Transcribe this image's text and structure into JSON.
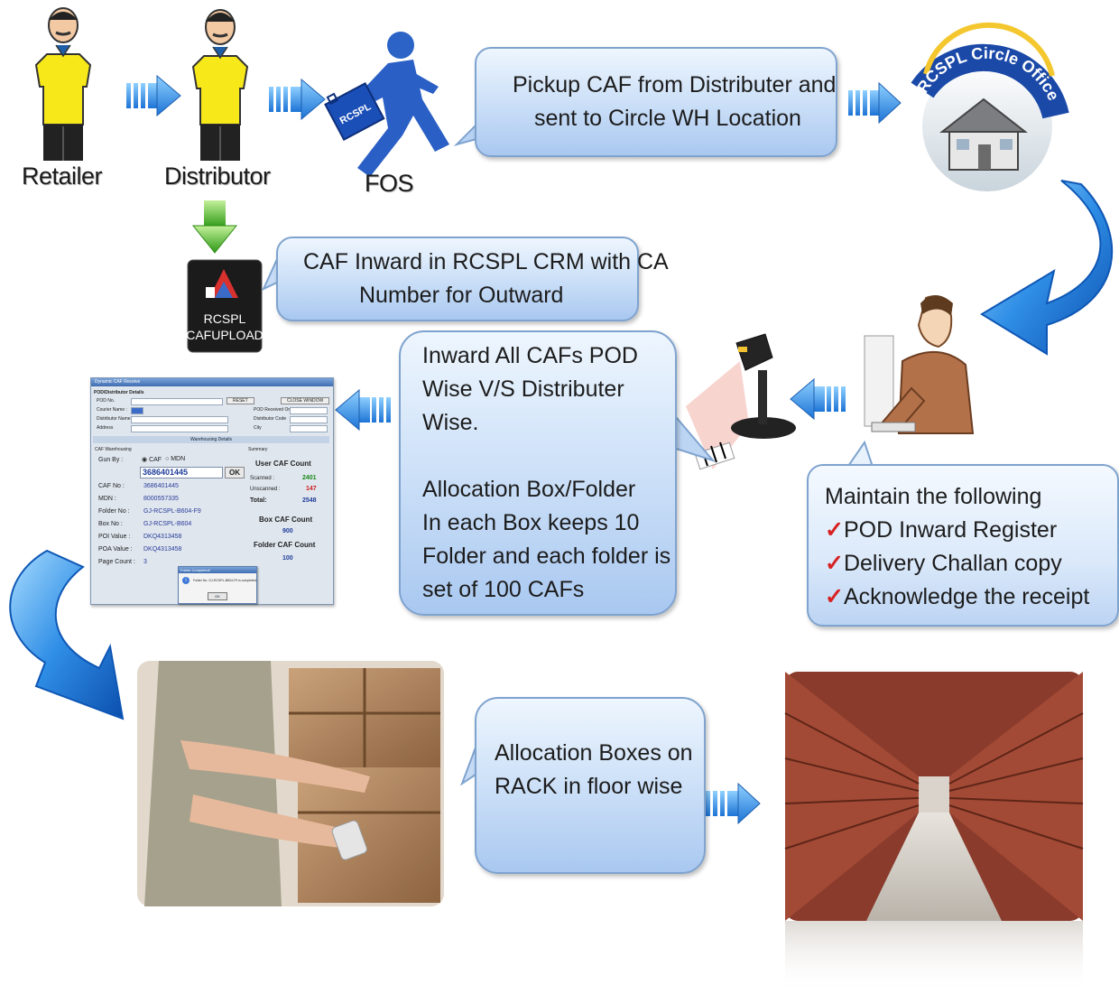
{
  "people": {
    "retailer_label": "Retailer",
    "distributor_label": "Distributor",
    "fos_label": "FOS"
  },
  "bubbles": {
    "pickup": [
      "Pickup CAF from Distributer and",
      "sent to Circle WH  Location"
    ],
    "inward_crm": [
      "CAF Inward in RCSPL CRM with CA",
      "Number  for Outward"
    ],
    "inward_all": [
      "Inward All CAFs POD",
      "Wise V/S Distributer",
      "Wise.",
      "",
      "Allocation Box/Folder",
      "In each Box keeps 10",
      "Folder and each folder is",
      "set of 100 CAFs"
    ],
    "allocation_rack": [
      "Allocation Boxes on",
      "RACK in floor wise"
    ],
    "maintain": {
      "title": "Maintain the following",
      "checkmark": "✓",
      "items": [
        "POD Inward Register",
        "Delivery Challan copy",
        "Acknowledge the receipt"
      ]
    }
  },
  "circle_office": {
    "arc_text": "RCSPL Circle Office"
  },
  "app_icon": {
    "line1": "RCSPL",
    "line2": "CAFUPLOAD"
  },
  "bag_text": "RCSPL",
  "caf_window": {
    "title": "Dynamic CAF Receive",
    "pod_section": "POD/Distributor Details",
    "pod_no_label": "POD No.",
    "courier_label": "Courier Name :",
    "distributor_label": "Distributor Name",
    "address_label": "Address",
    "reset_btn": "RESET",
    "close_btn": "CLOSE WINDOW",
    "pod_received_label": "POD Received On",
    "distributor_code_label": "Distributor Code",
    "city_label": "City",
    "warehousing_header": "Warehousing Details",
    "caf_warehousing_label": "CAF Warehousing",
    "summary_label": "Summary",
    "gun_by_label": "Gun By :",
    "radio_caf": "CAF",
    "radio_mdn": "MDN",
    "input_value": "3686401445",
    "ok_btn": "OK",
    "fields": [
      {
        "label": "CAF No :",
        "value": "3686401445"
      },
      {
        "label": "MDN :",
        "value": "8000557335"
      },
      {
        "label": "Folder No :",
        "value": "GJ-RCSPL-B604-F9"
      },
      {
        "label": "Box No :",
        "value": "GJ-RCSPL-B604"
      },
      {
        "label": "POI Value :",
        "value": "DKQ4313458"
      },
      {
        "label": "POA Value :",
        "value": "DKQ4313458"
      },
      {
        "label": "Page Count :",
        "value": "3"
      }
    ],
    "user_caf_count_title": "User CAF Count",
    "scanned_label": "Scanned :",
    "scanned_value": "2401",
    "unscanned_label": "Unscanned :",
    "unscanned_value": "147",
    "total_label": "Total:",
    "total_value": "2548",
    "box_caf_count_title": "Box CAF Count",
    "box_caf_count_value": "900",
    "folder_caf_count_title": "Folder CAF Count",
    "folder_caf_count_value": "100",
    "dialog_title": "Folder Completed!",
    "dialog_msg": "Folder No. GJ-RCSPL-B604-F9 is completed.",
    "dialog_ok": "OK"
  },
  "colors": {
    "bubble_border": "#7fa3cf",
    "arrow_blue": "#3d8fe0",
    "shirt_yellow": "#f7e81a",
    "check_red": "#d62222",
    "green_arrow": "#4fb52a"
  }
}
